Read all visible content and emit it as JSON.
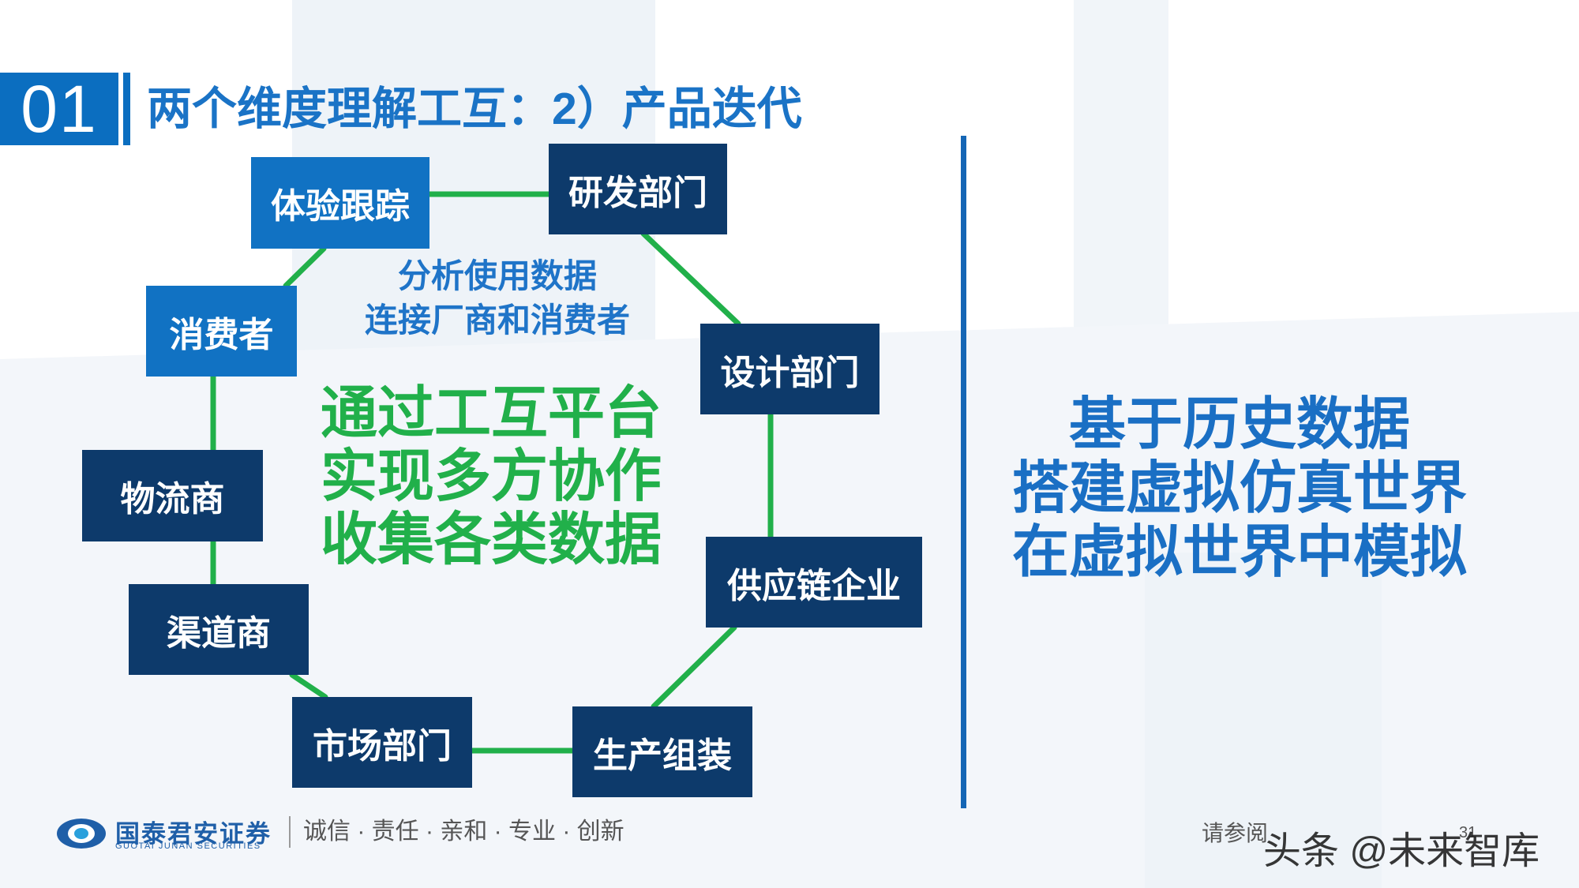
{
  "section_number": "01",
  "title": "两个维度理解工互：2）产品迭代",
  "nodes": {
    "experience_tracking": "体验跟踪",
    "rd_dept": "研发部门",
    "consumer": "消费者",
    "design_dept": "设计部门",
    "logistics": "物流商",
    "supply_chain": "供应链企业",
    "channel": "渠道商",
    "market_dept": "市场部门",
    "production": "生产组装"
  },
  "center_small": [
    "分析使用数据",
    "连接厂商和消费者"
  ],
  "center_big": [
    "通过工互平台",
    "实现多方协作",
    "收集各类数据"
  ],
  "right_text": [
    "基于历史数据",
    "搭建虚拟仿真世界",
    "在虚拟世界中模拟"
  ],
  "footer": {
    "company_cn": "国泰君安证券",
    "company_en": "GUOTAI JUNAN SECURITIES",
    "slogan": "诚信 · 责任 · 亲和 · 专业 · 创新",
    "note": "请参阅",
    "watermark": "头条 @未来智库",
    "page_number": "31"
  },
  "colors": {
    "dark_box": "#0d3a6b",
    "blue_box": "#1172c3",
    "connector": "#21b04a",
    "accent_blue": "#1a73c6"
  }
}
